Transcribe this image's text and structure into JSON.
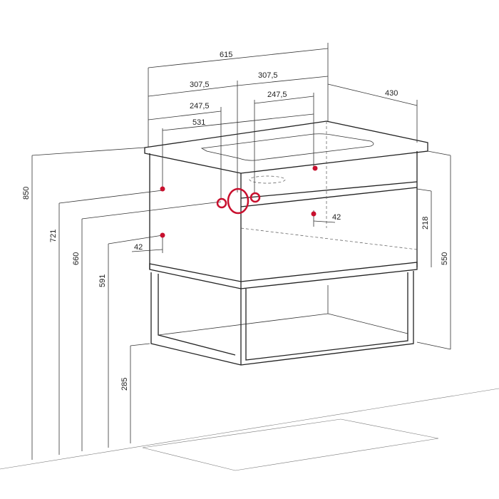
{
  "drawing": {
    "dims": {
      "width_total": "615",
      "half_left": "307,5",
      "half_right": "307,5",
      "basin_left": "247,5",
      "basin_right": "247,5",
      "outlet_span": "531",
      "depth": "430",
      "height_top": "850",
      "height_721": "721",
      "height_660": "660",
      "height_591": "591",
      "offset_left": "42",
      "offset_right": "42",
      "floor_clearance": "285",
      "cabinet_height": "550",
      "drawer_height": "218"
    },
    "colors": {
      "marker": "#c8102e",
      "line": "#222222"
    }
  }
}
